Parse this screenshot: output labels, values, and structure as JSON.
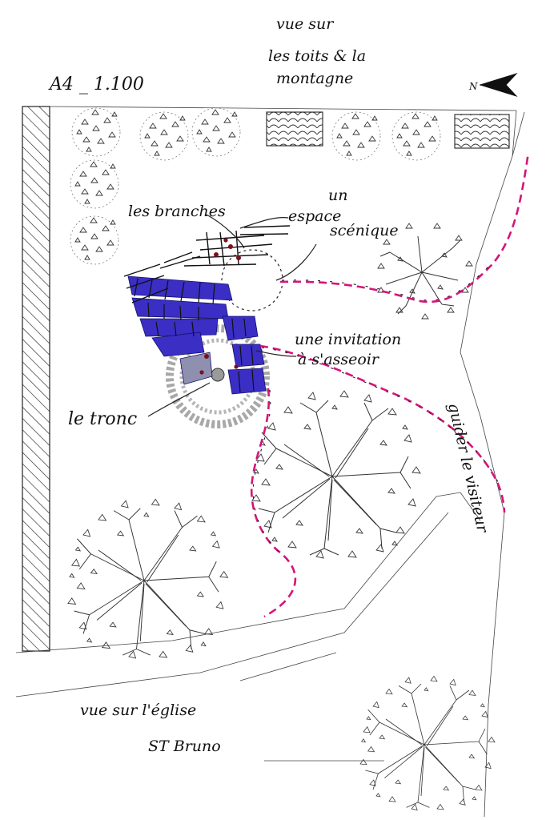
{
  "labels": {
    "scale": "A4 _ 1.100",
    "view_roofs": [
      "vue sur",
      "les toits & la",
      "montagne"
    ],
    "north": "N",
    "branches": "les branches",
    "scenic_space": [
      "un",
      "espace",
      "scénique"
    ],
    "invitation": [
      "une invitation",
      "à s'asseoir"
    ],
    "trunk": "le tronc",
    "guide": "guider le visiteur",
    "view_church": "vue sur l'église",
    "saint": "ST Bruno"
  },
  "colors": {
    "path": "#d4147a",
    "benches": "#3a2ec4",
    "trunk_ring": "#a8a8a8",
    "ink": "#222222"
  }
}
